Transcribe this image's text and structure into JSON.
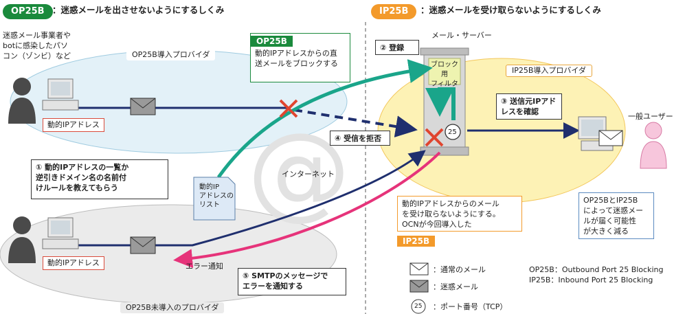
{
  "left_header": {
    "badge": "OP25B",
    "title": "：迷惑メールを出させないようにするしくみ"
  },
  "right_header": {
    "badge": "IP25B",
    "title": "：迷惑メールを受け取らないようにするしくみ"
  },
  "spammer_label": "迷惑メール事業者や\nbotに感染したパソ\nコン（ゾンビ）など",
  "provider_op25b": "OP25B導入プロバイダ",
  "provider_ip25b": "IP25B導入プロバイダ",
  "provider_none": "OP25B未導入のプロバイダ",
  "dynamic_ip_top": "動的IPアドレス",
  "dynamic_ip_bottom": "動的IPアドレス",
  "op25b_callout": {
    "badge": "OP25B",
    "text": "動的IPアドレスからの直\n送メールをブロックする"
  },
  "mail_server_label": "メール・サーバー",
  "block_filter": "ブロック用\nフィルタ",
  "step1": "① 動的IPアドレスの一覧か\n逆引きドメイン名の名前付\nけルールを教えてもらう",
  "step2": "② 登録",
  "step3": "③ 送信元IPアド\nレスを確認",
  "step4": "④ 受信を拒否",
  "step5": "⑤ SMTPのメッセージで\nエラーを通知する",
  "doc_label": "動的IP\nアドレスの\nリスト",
  "internet_label": "インターネット",
  "error_label": "エラー通知",
  "port_number": "25",
  "general_user": "一般ユーザー",
  "ip25b_note": "動的IPアドレスからのメール\nを受け取らないようにする。\nOCNが今回導入した",
  "ip25b_badge": "IP25B",
  "result_note": "OP25BとIP25B\nによって迷惑メー\nルが届く可能性\nが大きく減る",
  "legend": {
    "normal_mail": "：通常のメール",
    "spam_mail": "：迷惑メール",
    "port": "：ポート番号（TCP）",
    "port_num": "25",
    "op25b_def": "OP25B：Outbound Port 25 Blocking",
    "ip25b_def": "IP25B：Inbound Port 25 Blocking"
  },
  "colors": {
    "green": "#1a8a3c",
    "orange": "#f39a2b",
    "teal": "#1aa58a",
    "navy": "#1f2f6e",
    "pink": "#e6337a",
    "red": "#e0452f"
  }
}
